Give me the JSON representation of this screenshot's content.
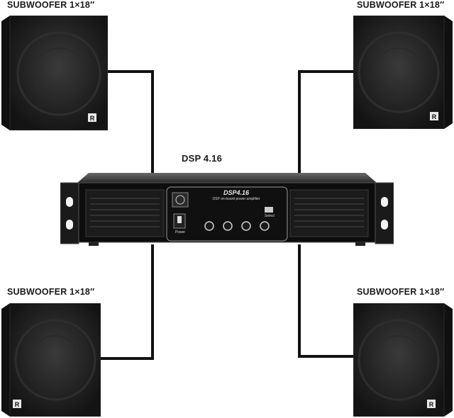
{
  "speakers": {
    "top_left": {
      "label": "SUBWOOFER 1×18″",
      "badge": "R"
    },
    "top_right": {
      "label": "SUBWOOFER 1×18″",
      "badge": "R"
    },
    "bottom_left": {
      "label": "SUBWOOFER 1×18″",
      "badge": "R"
    },
    "bottom_right": {
      "label": "SUBWOOFER 1×18″",
      "badge": "R"
    }
  },
  "amplifier": {
    "label": "DSP 4.16",
    "model": "DSP4.16",
    "subtitle": "DSP on-board power amplifier",
    "power_label": "Power",
    "select_label": "Select"
  },
  "colors": {
    "wire": "#111111",
    "cabinet": "#1e1e1e",
    "faceplate": "#0d0d0d"
  }
}
